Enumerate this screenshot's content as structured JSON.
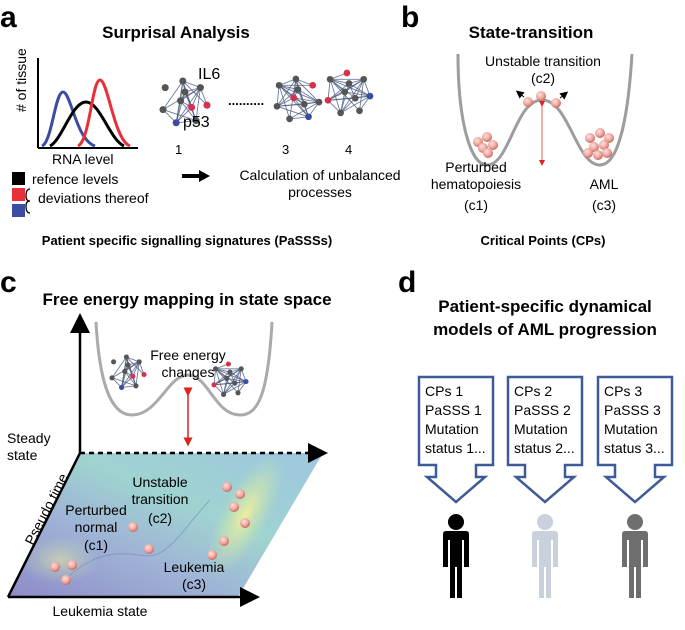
{
  "panel_a": {
    "letter": "a",
    "title": "Surprisal Analysis",
    "y_axis_label": "# of tissue",
    "x_axis_label": "RNA level",
    "gene_labels": [
      "IL6",
      "p53"
    ],
    "network_numbers": [
      "1",
      "3",
      "4"
    ],
    "ellipsis": "..........",
    "legend": [
      "refence levels",
      "deviations thereof"
    ],
    "calc_line1": "Calculation of unbalanced",
    "calc_line2": "processes",
    "footer": "Patient specific signalling signatures (PaSSSs)",
    "colors": {
      "reference": "#000000",
      "up": "#e8303a",
      "down": "#3b4da0"
    }
  },
  "panel_b": {
    "letter": "b",
    "title": "State-transition",
    "unstable_line1": "Unstable transition",
    "unstable_line2": "(c2)",
    "perturbed_line1": "Perturbed",
    "perturbed_line2": "hematopoiesis",
    "perturbed_line3": "(c1)",
    "aml_line1": "AML",
    "aml_line2": "(c3)",
    "footer": "Critical Points (CPs)"
  },
  "panel_c": {
    "letter": "c",
    "title": "Free energy mapping in state space",
    "free_energy_line1": "Free energy",
    "free_energy_line2": "changes",
    "steady_line1": "Steady",
    "steady_line2": "state",
    "unstable_line1": "Unstable",
    "unstable_line2": "transition",
    "unstable_line3": "(c2)",
    "perturbed_line1": "Perturbed",
    "perturbed_line2": "normal",
    "perturbed_line3": "(c1)",
    "leukemia_line1": "Leukemia",
    "leukemia_line2": "(c3)",
    "y_axis": "Pseudo time",
    "x_axis": "Leukemia state"
  },
  "panel_d": {
    "letter": "d",
    "title_line1": "Patient-specific dynamical",
    "title_line2": "models of AML progression",
    "boxes": [
      {
        "l1": "CPs 1",
        "l2": "PaSSS 1",
        "l3": "Mutation",
        "l4": "status 1..."
      },
      {
        "l1": "CPs 2",
        "l2": "PaSSS 2",
        "l3": "Mutation",
        "l4": "status 2..."
      },
      {
        "l1": "CPs 3",
        "l2": "PaSSS 3",
        "l3": "Mutation",
        "l4": "status 3..."
      }
    ],
    "person_colors": [
      "#000000",
      "#c9d1dc",
      "#6e6e6e"
    ],
    "box_border_color": "#3d5a99"
  }
}
